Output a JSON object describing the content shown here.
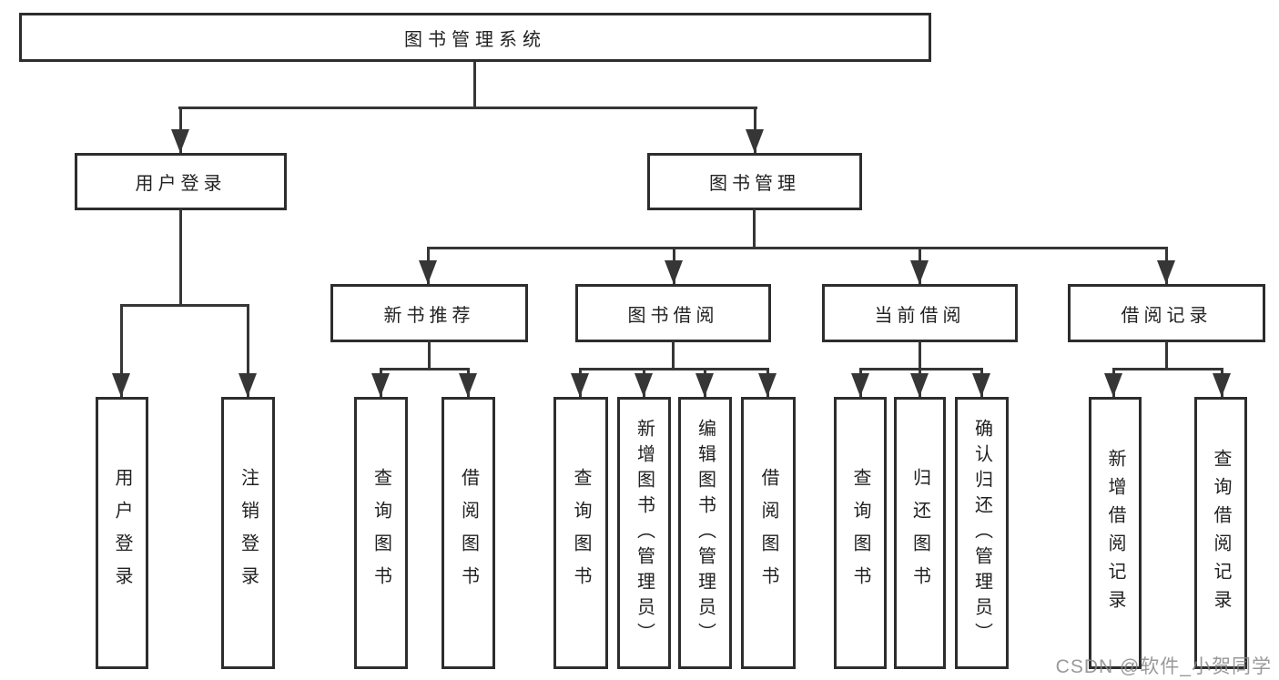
{
  "diagram": {
    "root": {
      "label": "图书管理系统"
    },
    "level2": [
      {
        "label": "用户登录"
      },
      {
        "label": "图书管理"
      }
    ],
    "level3": [
      {
        "label": "新书推荐"
      },
      {
        "label": "图书借阅"
      },
      {
        "label": "当前借阅"
      },
      {
        "label": "借阅记录"
      }
    ],
    "leaves": [
      {
        "label": "用户登录"
      },
      {
        "label": "注销登录"
      },
      {
        "label": "查询图书"
      },
      {
        "label": "借阅图书"
      },
      {
        "label": "查询图书"
      },
      {
        "label": "新增图书（管理员）"
      },
      {
        "label": "编辑图书（管理员）"
      },
      {
        "label": "借阅图书"
      },
      {
        "label": "查询图书"
      },
      {
        "label": "归还图书"
      },
      {
        "label": "确认归还（管理员）"
      },
      {
        "label": "新增借阅记录"
      },
      {
        "label": "查询借阅记录"
      }
    ],
    "watermark": "CSDN @软件_小贺同学",
    "colors": {
      "line": "#363636",
      "border": "#2d2d2d",
      "text": "#222222",
      "watermark": "#878787",
      "background": "#ffffff"
    }
  }
}
